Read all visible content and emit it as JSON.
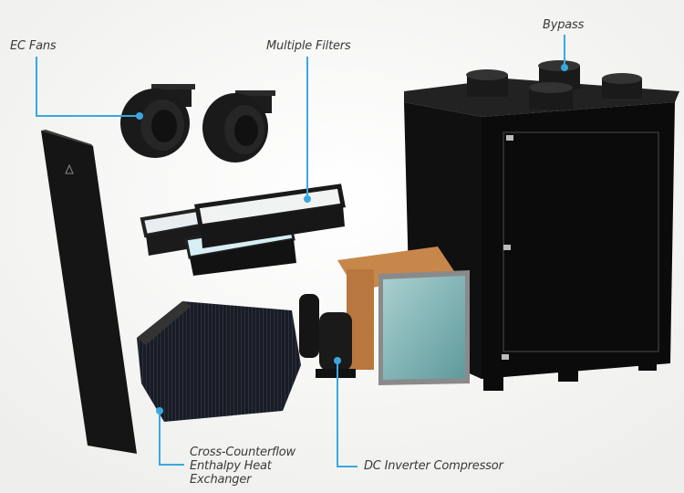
{
  "colors": {
    "accent": "#3aa8e0",
    "background": "#fbfbfa",
    "unit": "#141414",
    "coil": "#7fb6b8",
    "copper": "#c8874a"
  },
  "labels": {
    "ec_fans": "EC Fans",
    "multiple_filters": "Multiple Filters",
    "bypass": "Bypass",
    "heat_exchanger": [
      "Cross-Counterflow",
      "Enthalpy Heat",
      "Exchanger"
    ],
    "compressor": "DC Inverter Compressor"
  }
}
